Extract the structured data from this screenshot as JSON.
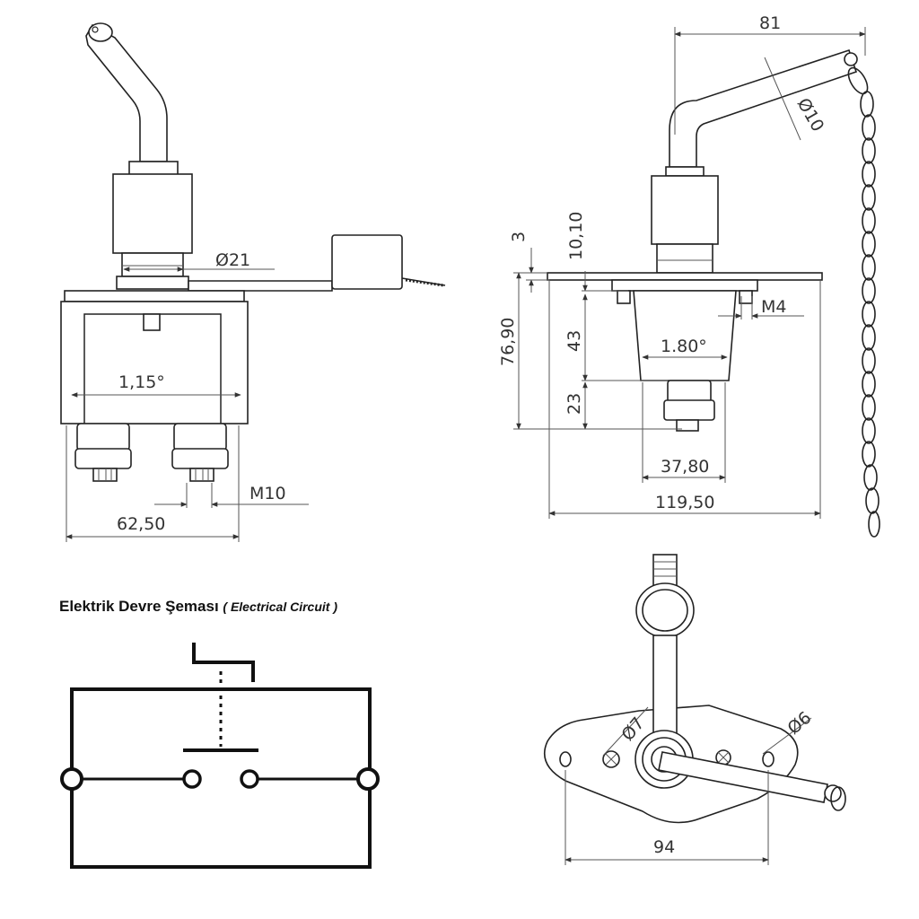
{
  "circuit": {
    "title": "Elektrik Devre Şeması",
    "subtitle": "( Electrical Circuit )"
  },
  "front_view": {
    "dia_handle": "Ø21",
    "angle": "1,15°",
    "thread": "M10",
    "width": "62,50"
  },
  "side_view": {
    "top_length": "81",
    "rod_dia": "Ø10",
    "dim_3": "3",
    "dim_10": "10,10",
    "dim_total_h": "76,90",
    "dim_43": "43",
    "dim_23": "23",
    "angle": "1.80°",
    "screw": "M4",
    "body_width": "37,80",
    "plate_width": "119,50"
  },
  "top_view": {
    "hole_dia": "Ø7",
    "hole_dia2": "Ø6",
    "spacing": "94"
  }
}
